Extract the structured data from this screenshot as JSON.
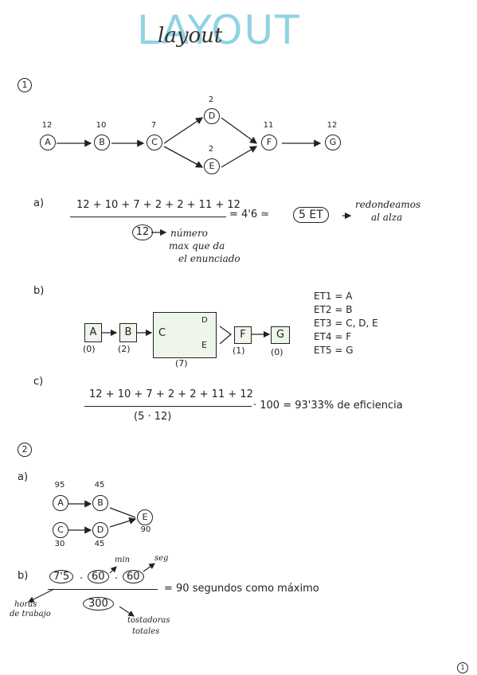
{
  "title": {
    "big": "LAYOUT",
    "cursive": "layout"
  },
  "section1": {
    "number": "1",
    "graph": [
      {
        "id": "A",
        "w": "12"
      },
      {
        "id": "B",
        "w": "10"
      },
      {
        "id": "C",
        "w": "7"
      },
      {
        "id": "D",
        "w": "2"
      },
      {
        "id": "E",
        "w": "2"
      },
      {
        "id": "F",
        "w": "11"
      },
      {
        "id": "G",
        "w": "12"
      }
    ],
    "a": {
      "label": "a)",
      "numerator": "12 + 10 + 7 + 2 + 2 + 11 + 12",
      "denominator": "12",
      "result": "= 4'6 ≃",
      "circled": "5 ET",
      "note_right_1": "redondeamos",
      "note_right_2": "al alza",
      "note_below_1": "número",
      "note_below_2": "max que da",
      "note_below_3": "el enunciado"
    },
    "b": {
      "label": "b)",
      "boxes": [
        {
          "label": "A",
          "time": "(0)"
        },
        {
          "label": "B",
          "time": "(2)"
        },
        {
          "label": "C",
          "time": "(7)"
        },
        {
          "label": "F",
          "time": "(1)"
        },
        {
          "label": "G",
          "time": "(0)"
        }
      ],
      "inner_d": "D",
      "inner_e": "E",
      "stations": [
        "ET1 = A",
        "ET2 = B",
        "ET3 = C, D, E",
        "ET4 = F",
        "ET5 = G"
      ]
    },
    "c": {
      "label": "c)",
      "numerator": "12 + 10 + 7 + 2 + 2 + 11 + 12",
      "denominator": "(5 · 12)",
      "result": "· 100 = 93'33% de eficiencia"
    }
  },
  "section2": {
    "number": "2",
    "a": {
      "label": "a)",
      "nodes": [
        {
          "id": "A",
          "w": "95"
        },
        {
          "id": "B",
          "w": "45"
        },
        {
          "id": "C",
          "w": "30"
        },
        {
          "id": "D",
          "w": "45"
        },
        {
          "id": "E",
          "w": "90"
        }
      ]
    },
    "b": {
      "label": "b)",
      "numerator_a": "7'5",
      "numerator_b": "60",
      "numerator_c": "60",
      "denominator": "300",
      "result": "= 90 segundos como máximo",
      "note_min": "min",
      "note_seg": "seg",
      "note_left_1": "horas",
      "note_left_2": "de trabajo",
      "note_right_1": "tostadoras",
      "note_right_2": "totales"
    }
  },
  "page_number": "1"
}
